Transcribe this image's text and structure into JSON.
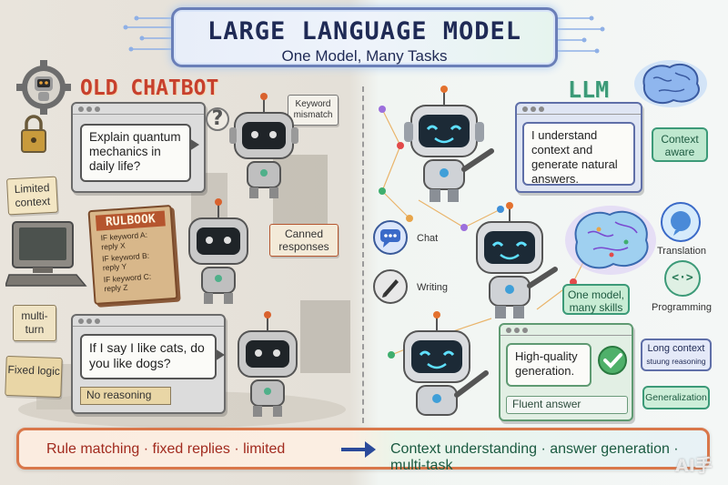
{
  "title": {
    "main": "LARGE LANGUAGE MODEL",
    "subtitle": "One Model, Many Tasks"
  },
  "old_section": {
    "header": "OLD CHATBOT",
    "bubble_1": "Explain quantum mechanics in daily life?",
    "keyword_note": "Keyword mismatch",
    "rulebook": {
      "title": "RULBOOK",
      "rules": [
        "IF keyword A: reply X",
        "IF keyword B: reply Y",
        "IF keyword C: reply Z"
      ]
    },
    "canned": "Canned responses",
    "bubble_2": "If I say I like cats, do you like dogs?",
    "no_reasoning": "No reasoning",
    "tags": {
      "limited_context": "Limited context",
      "multi_turn": "multi-turn",
      "fixed_logic": "Fixed logic"
    },
    "question_mark": "?"
  },
  "llm_section": {
    "header": "LLM",
    "bubble_1": "I understand context and generate natural answers.",
    "context_aware": "Context aware",
    "skills": {
      "chat": "Chat",
      "writing": "Writing",
      "translation": "Translation",
      "programming": "Programming"
    },
    "one_model": "One model, many skills",
    "code_glyph": "<·>",
    "bubble_2": "High-quality generation.",
    "fluent": "Fluent answer",
    "long_context": "Long context",
    "strong_reasoning": "stuung reasoning",
    "generalization": "Generalization"
  },
  "banner": {
    "left": "Rule matching · fixed replies · limited",
    "right": "Context understanding · answer generation · multi-task"
  },
  "watermark": "AI手",
  "colors": {
    "old_accent": "#c7402d",
    "llm_accent": "#3c9a78",
    "title_border": "#6a7fb8",
    "banner_border": "#d9774a"
  }
}
